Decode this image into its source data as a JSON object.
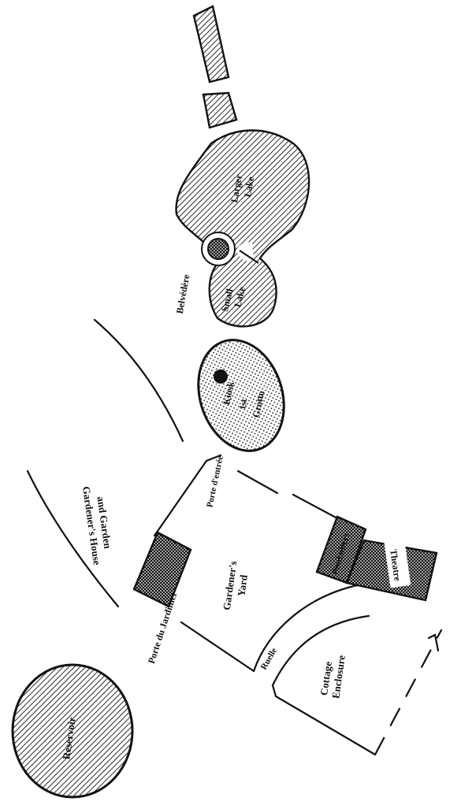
{
  "map": {
    "labels": {
      "reservoir": "Reservoir",
      "gardeners_house_line1": "Gardener's House",
      "gardeners_house_line2": "and Garden",
      "porte_du_jardinier": "Porte du Jardinier",
      "gardeners_yard_line1": "Gardener's",
      "gardeners_yard_line2": "Yard",
      "ruelle": "Ruelle",
      "cottage_line1": "Cottage",
      "cottage_line2": "Enclosure",
      "porte_dentree": "Porte d'entrée",
      "poulaillers": "Poulaillers",
      "theatre": "Theatre",
      "kiosk": "Kiosk",
      "first_grotto_line1": "1st",
      "first_grotto_line2": "Grotto",
      "belvedere": "Belvédère",
      "small_lake_line1": "Small",
      "small_lake_line2": "Lake",
      "larger_lake_line1": "Larger",
      "larger_lake_line2": "Lake"
    }
  }
}
